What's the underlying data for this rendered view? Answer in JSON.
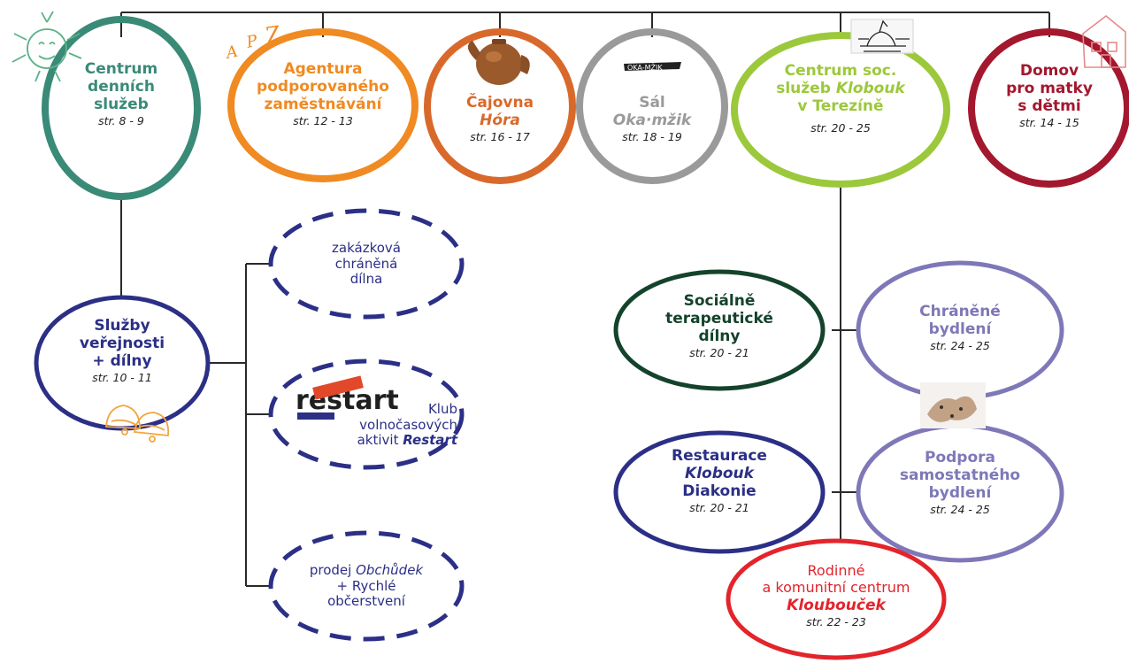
{
  "colors": {
    "line": "#2a2a2a",
    "teal": "#3a8a78",
    "orange": "#f08a22",
    "rust": "#d9692a",
    "gray": "#9a9a9a",
    "lime": "#9cc83c",
    "crimson": "#a3182e",
    "navy": "#2b2f86",
    "darkgreen": "#14432c",
    "lavender": "#7e78b8",
    "red": "#e3242b"
  },
  "top_nodes": [
    {
      "title_lines": [
        "Centrum",
        "denních",
        "služeb"
      ],
      "pages": "str. 8 - 9",
      "icon": "sun-doodle-icon"
    },
    {
      "title_lines": [
        "Agentura",
        "podporovaného",
        "zaměstnávání"
      ],
      "pages": "str. 12 - 13",
      "icon": "apz-logo-icon"
    },
    {
      "title_lines": [
        "Čajovna"
      ],
      "title_italic": "Hóra",
      "pages": "str. 16 - 17",
      "icon": "teapot-icon"
    },
    {
      "title_lines": [
        "Sál"
      ],
      "title_italic": "Oka·mžik",
      "pages": "str. 18 - 19",
      "icon": "oka-mzik-logo-icon"
    },
    {
      "title_lines": [
        "Centrum soc.",
        "služeb"
      ],
      "title_italic": "Klobouk",
      "title_after": "v Terezíně",
      "pages": "str. 20 - 25",
      "icon": "hat-sketch-icon"
    },
    {
      "title_lines": [
        "Domov",
        "pro matky",
        "s dětmi"
      ],
      "pages": "str. 14 - 15",
      "icon": "house-doodle-icon"
    }
  ],
  "sluzby": {
    "title_lines": [
      "Služby",
      "veřejnosti",
      "+ dílny"
    ],
    "pages": "str. 10 - 11",
    "icon": "bells-doodle-icon"
  },
  "dashed_nodes": {
    "zakazkova": {
      "lines": [
        "zakázková",
        "chráněná",
        "dílna"
      ]
    },
    "klub": {
      "lines": [
        "Klub",
        "volnočasových"
      ],
      "prefix": "aktivit ",
      "italic": "Restart",
      "logo_text": "restart",
      "logo": "restart-logo-icon"
    },
    "prodej": {
      "prefix": "prodej ",
      "italic": "Obchůdek",
      "lines": [
        "+ Rychlé",
        "občerstvení"
      ]
    }
  },
  "right_nodes": {
    "socialne": {
      "title_lines": [
        "Sociálně",
        "terapeutické",
        "dílny"
      ],
      "pages": "str. 20 - 21"
    },
    "restaurace": {
      "title_lines": [
        "Restaurace"
      ],
      "title_italic": "Klobouk",
      "title_after": "Diakonie",
      "pages": "str. 20 - 21"
    },
    "chranene": {
      "title_lines": [
        "Chráněné",
        "bydlení"
      ],
      "pages": "str. 24 - 25",
      "icon": "dog-sketch-icon"
    },
    "podpora": {
      "title_lines": [
        "Podpora",
        "samostatného",
        "bydlení"
      ],
      "pages": "str. 24 - 25"
    },
    "rodinne": {
      "lines": [
        "Rodinné",
        "a komunitní centrum"
      ],
      "italic": "Kloubouček",
      "pages": "str. 22 - 23"
    }
  }
}
